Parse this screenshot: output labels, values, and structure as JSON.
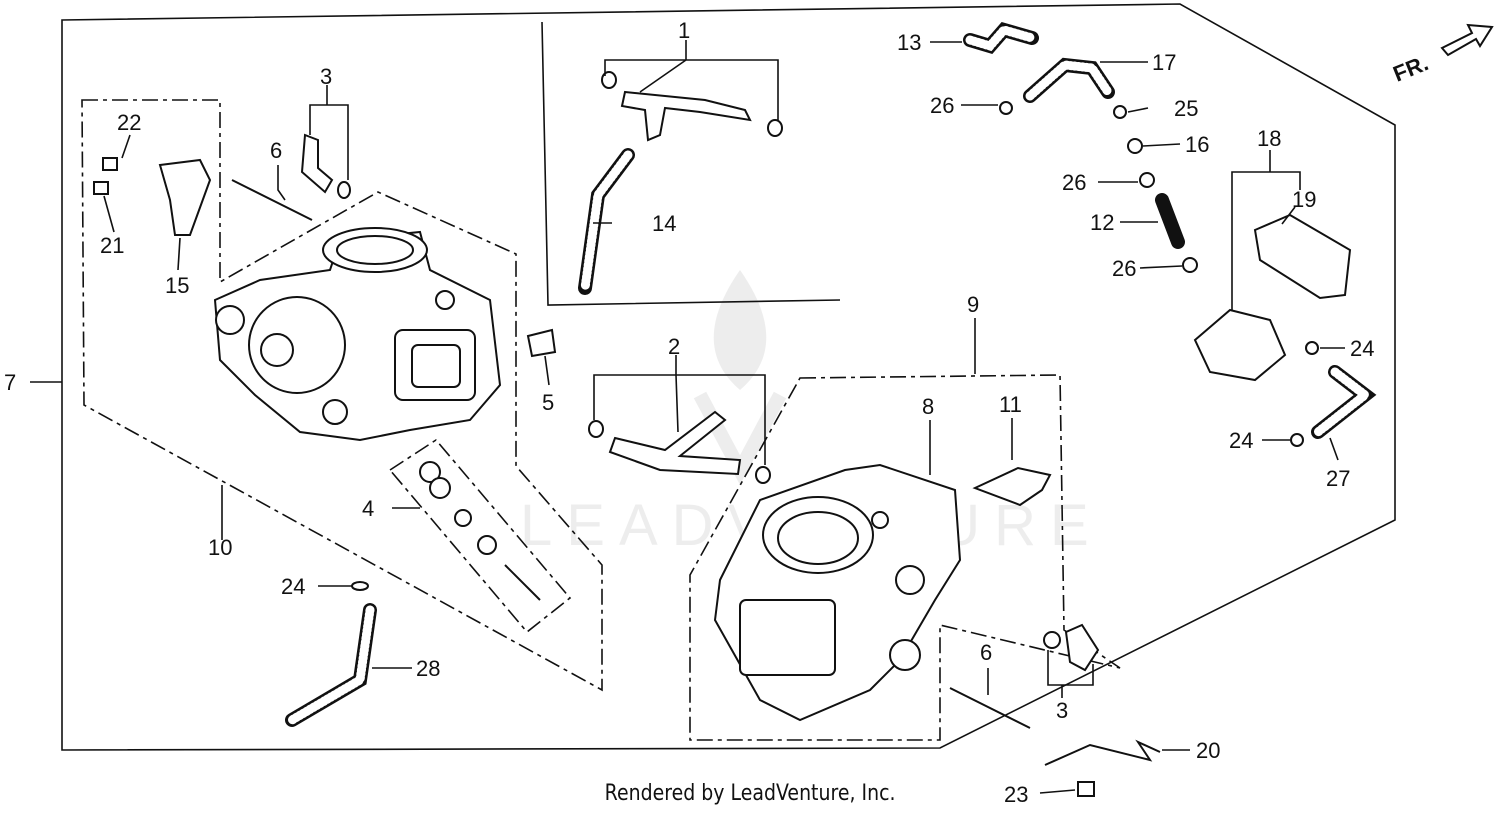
{
  "watermark": "LEADVENTURE",
  "footer": "Rendered by LeadVenture, Inc.",
  "direction_marker": "FR.",
  "callouts": [
    "1",
    "2",
    "3",
    "4",
    "5",
    "6",
    "7",
    "8",
    "9",
    "10",
    "11",
    "12",
    "13",
    "14",
    "15",
    "16",
    "17",
    "18",
    "19",
    "20",
    "21",
    "22",
    "23",
    "24",
    "25",
    "26",
    "27",
    "28"
  ],
  "labels": {
    "c1": "1",
    "c2": "2",
    "c3a": "3",
    "c3b": "3",
    "c4": "4",
    "c5": "5",
    "c6a": "6",
    "c6b": "6",
    "c7": "7",
    "c8": "8",
    "c9": "9",
    "c10": "10",
    "c11": "11",
    "c12": "12",
    "c13": "13",
    "c14": "14",
    "c15": "15",
    "c16": "16",
    "c17": "17",
    "c18": "18",
    "c19": "19",
    "c20": "20",
    "c21": "21",
    "c22": "22",
    "c23": "23",
    "c24a": "24",
    "c24b": "24",
    "c24c": "24",
    "c25": "25",
    "c26a": "26",
    "c26b": "26",
    "c26c": "26",
    "c27": "27",
    "c28": "28"
  }
}
